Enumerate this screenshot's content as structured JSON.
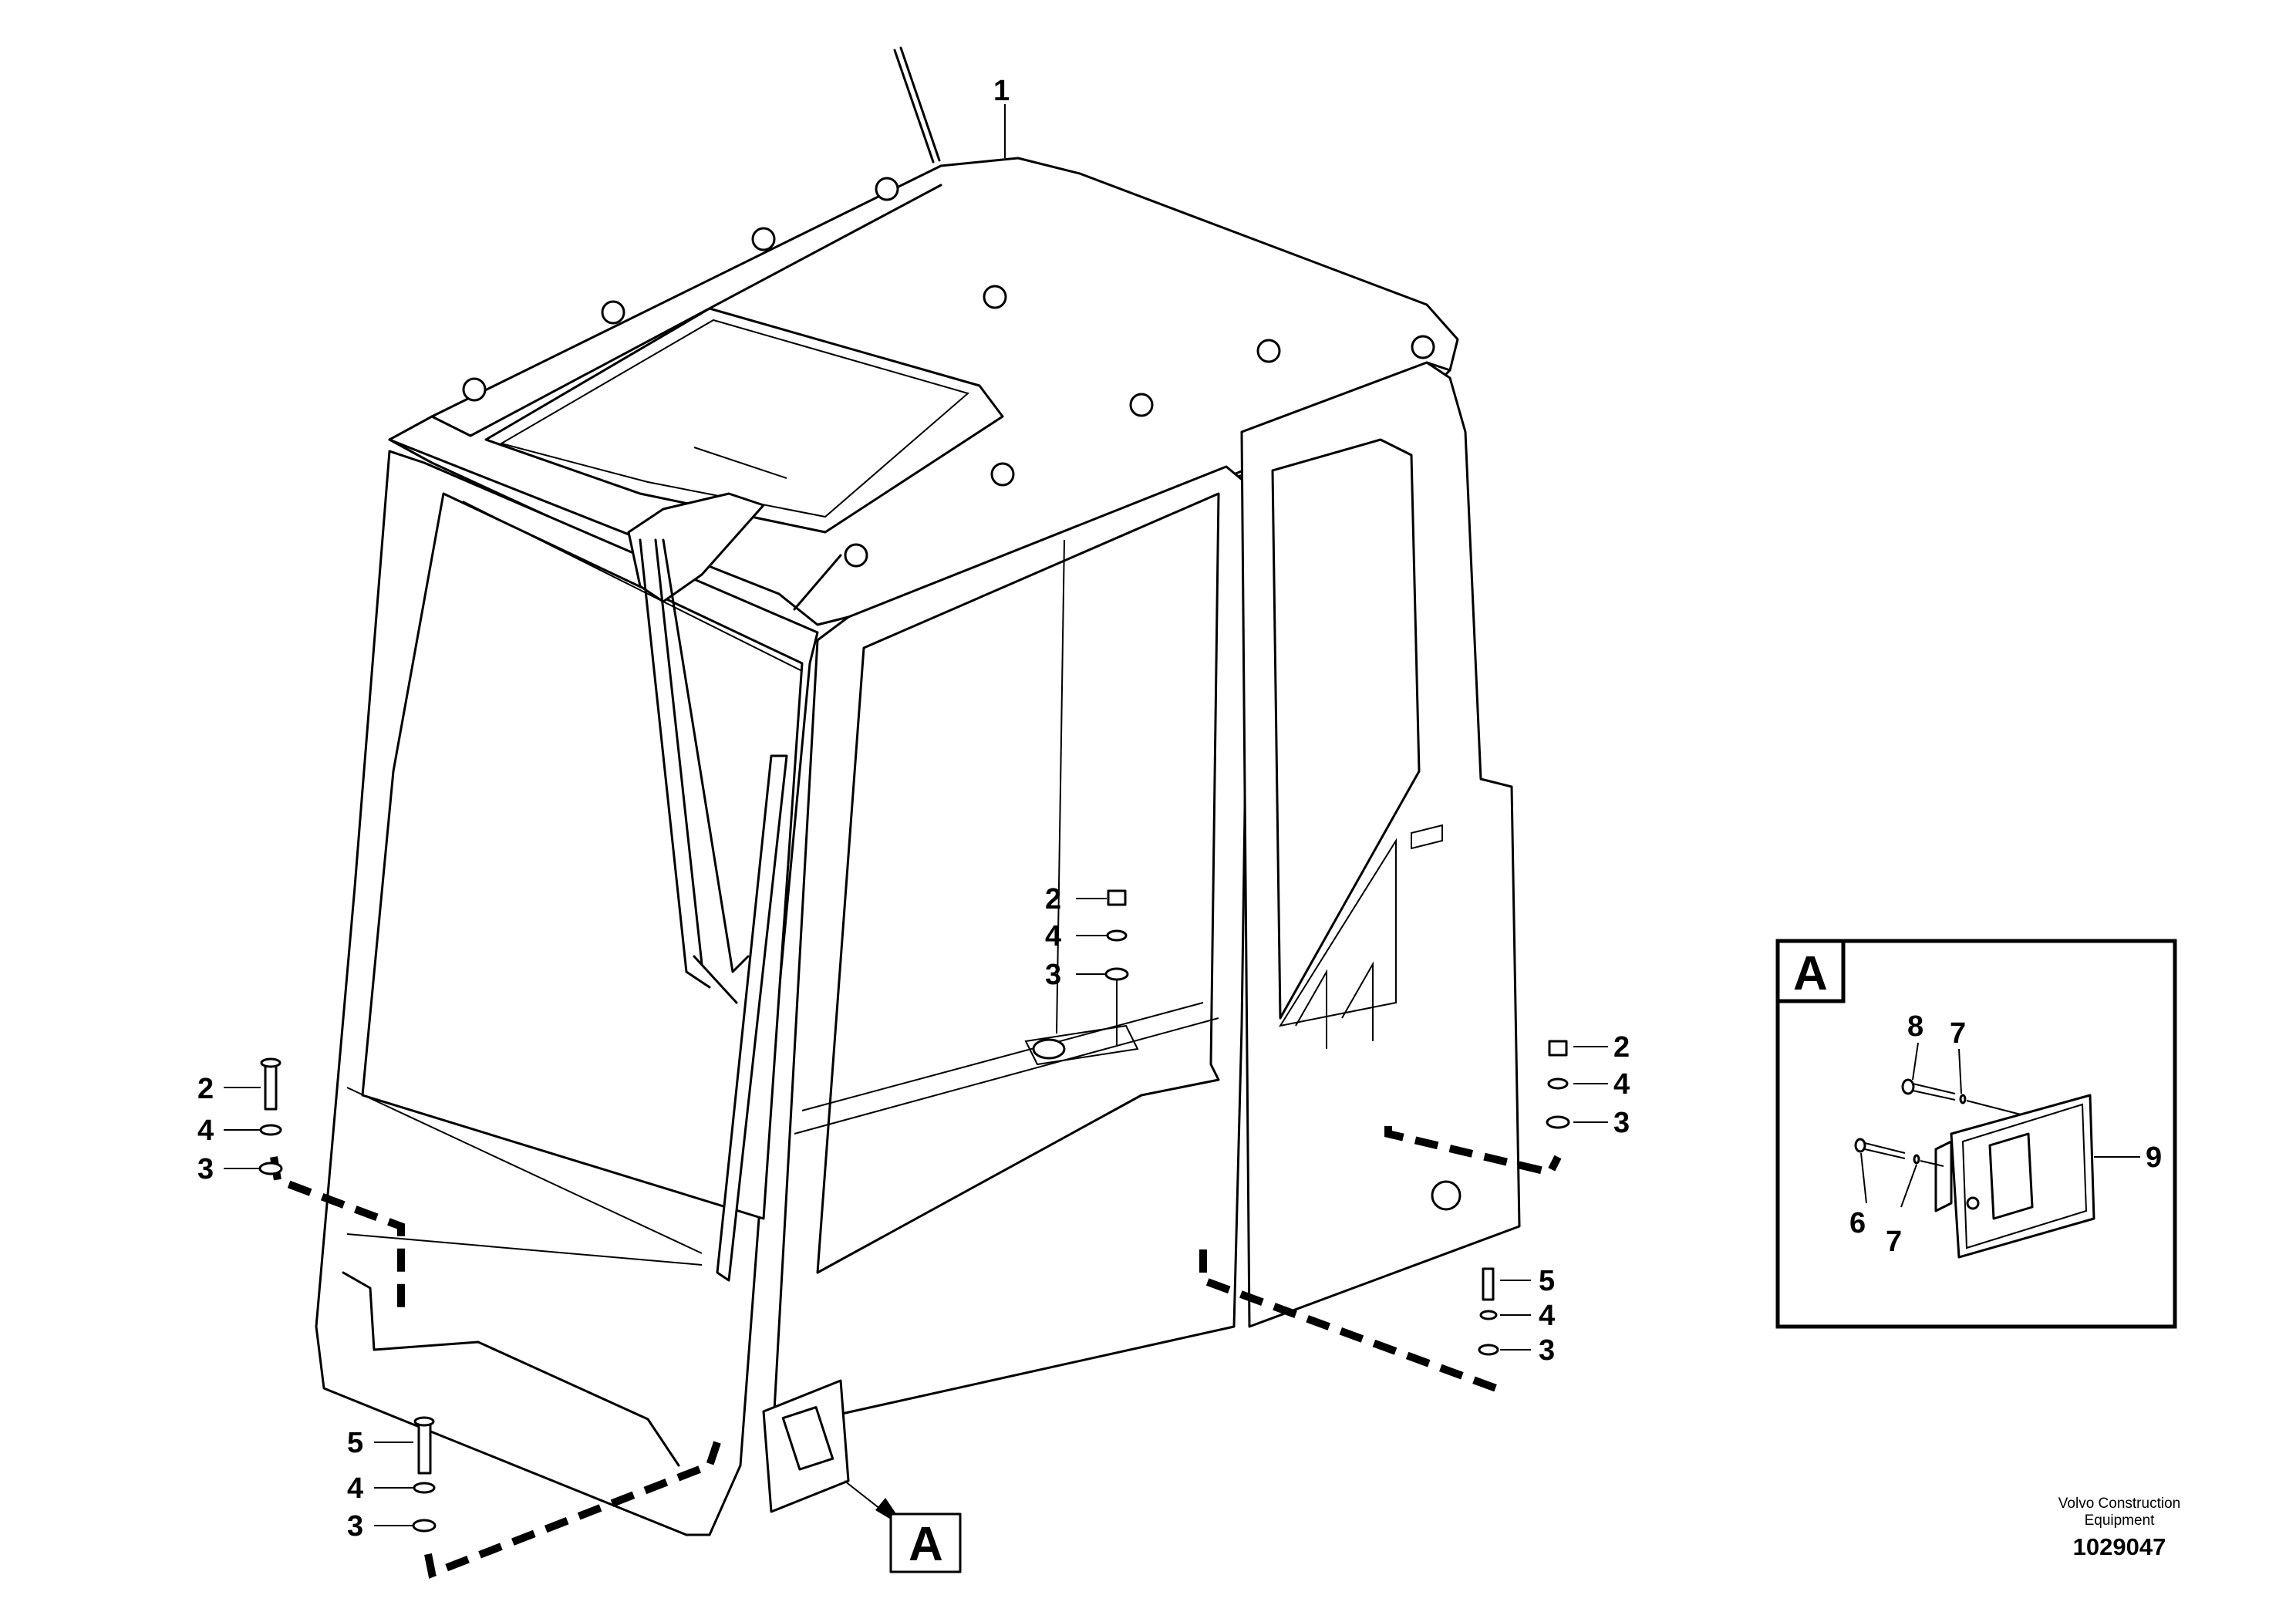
{
  "callouts": {
    "cab": "1",
    "screw": "2",
    "washer": "3",
    "spring_washer": "4",
    "bolt": "5",
    "latch_screw": "6",
    "latch_washer": "7",
    "latch_bolt": "8",
    "latch_handle": "9"
  },
  "detail_view": {
    "label": "A"
  },
  "detail_reference": {
    "label": "A"
  },
  "credit": {
    "line1": "Volvo Construction",
    "line2": "Equipment"
  },
  "drawing_number": "1029047"
}
